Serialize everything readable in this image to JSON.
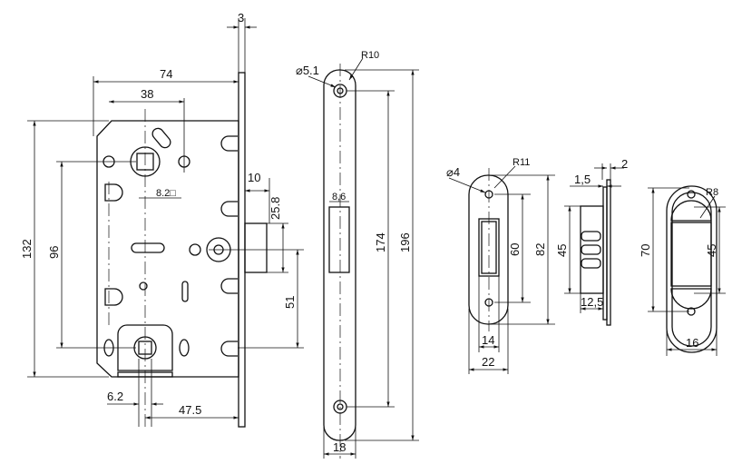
{
  "lock_body": {
    "backset_dim": "74",
    "handle_offset_dim": "38",
    "faceplate_thickness_dim": "3",
    "spindle_square_dim": "8.2□",
    "latch_projection_dim": "10",
    "latch_height_dim": "25.8",
    "body_height_dim": "132",
    "fixing_spacing_dim": "96",
    "latch_to_spindle_dim": "51",
    "lower_offset_dim": "6.2",
    "lower_backset_dim": "47.5"
  },
  "faceplate": {
    "hole_dia_dim": "⌀5.1",
    "radius_dim": "R10",
    "slot_width_dim": "8,6",
    "hole_spacing_dim": "174",
    "length_dim": "196",
    "width_dim": "18"
  },
  "strike_plate": {
    "hole_dia_dim": "⌀4",
    "radius_dim": "R11",
    "hole_spacing_dim": "60",
    "length_dim": "82",
    "slot_width_dim": "14",
    "width_dim": "22"
  },
  "strike_side": {
    "plate_dim": "1,5",
    "thickness_dim": "2",
    "height_dim": "45",
    "depth_dim": "12,5"
  },
  "magnet_strike": {
    "hole_spacing_dim": "70",
    "radius_dim": "R8",
    "height_dim": "45",
    "width_dim": "16"
  }
}
